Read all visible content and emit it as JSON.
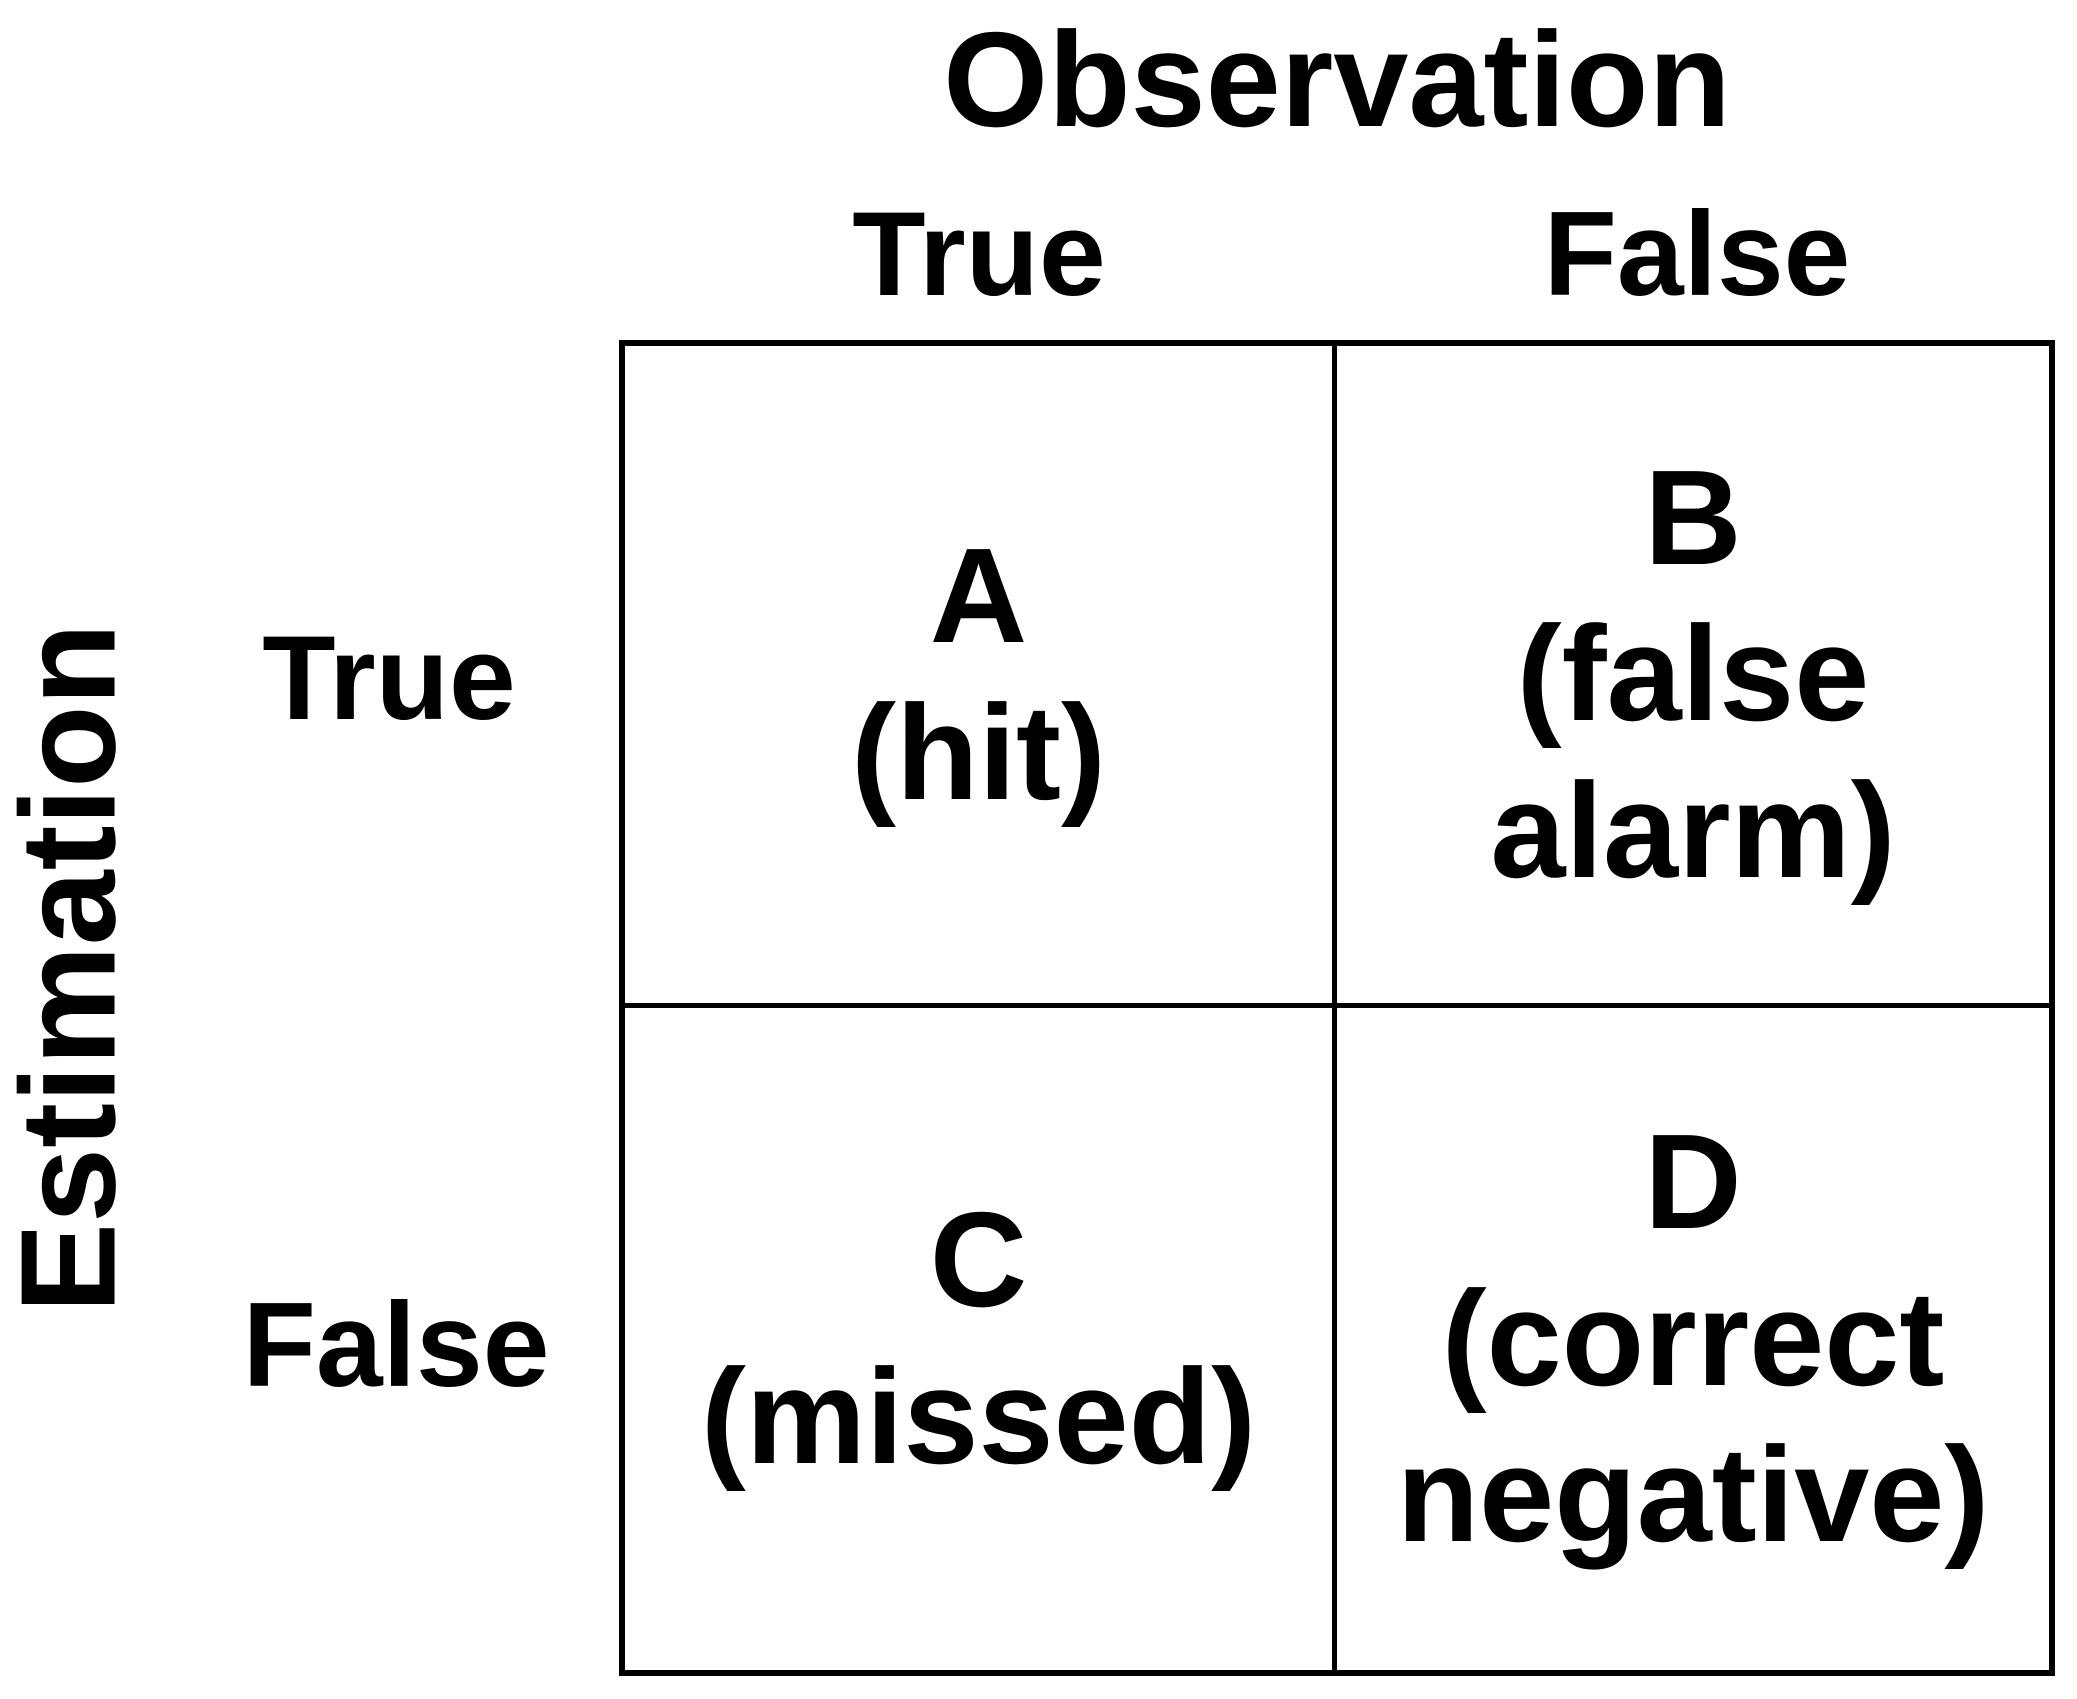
{
  "figure": {
    "type": "confusion-matrix-table",
    "colors": {
      "background": "#ffffff",
      "text": "#000000",
      "border": "#000000"
    },
    "table": {
      "column_axis": {
        "title": "Observation",
        "headers": [
          "True",
          "False"
        ]
      },
      "row_axis": {
        "title": "Estimation",
        "headers": [
          "True",
          "False"
        ]
      },
      "cells": [
        {
          "letter": "A",
          "description": "(hit)"
        },
        {
          "letter": "B",
          "description": "(false\nalarm)"
        },
        {
          "letter": "C",
          "description": "(missed)"
        },
        {
          "letter": "D",
          "description": "(correct\nnegative)"
        }
      ]
    }
  }
}
